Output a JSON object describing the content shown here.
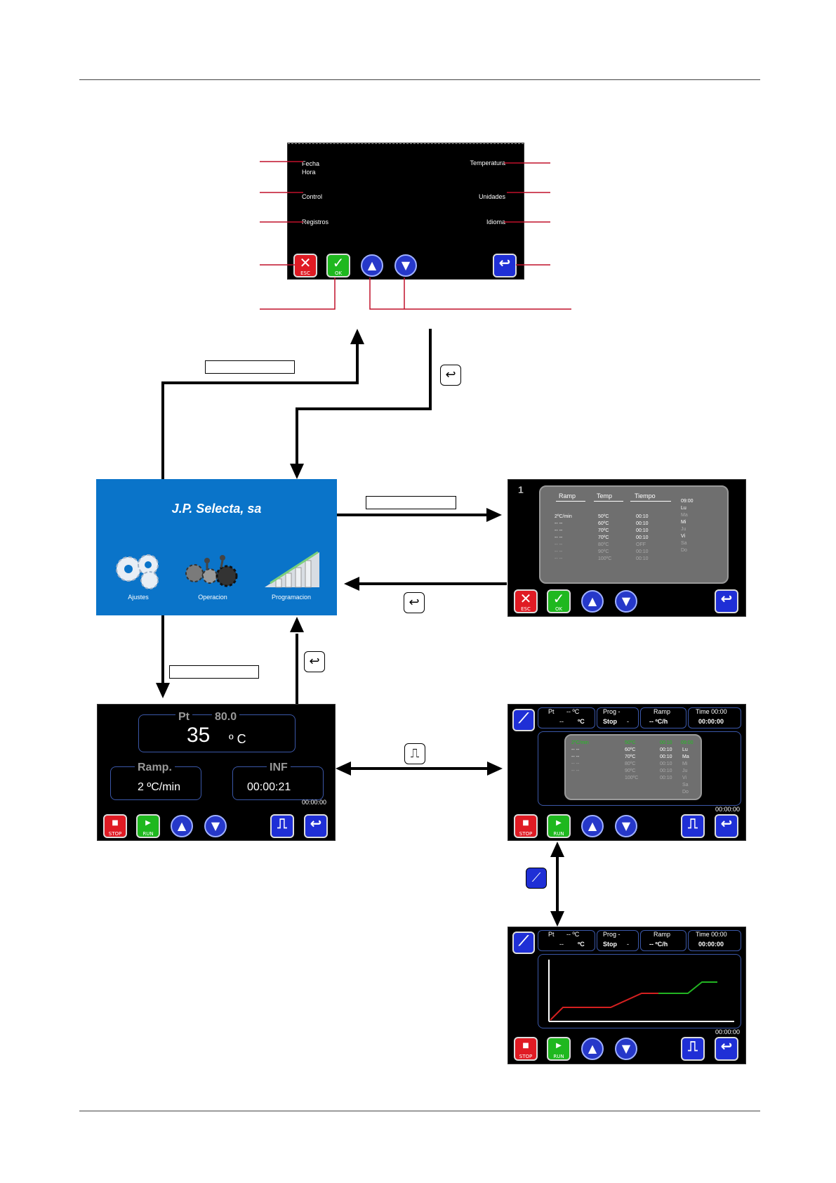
{
  "settings_menu": {
    "left_items": [
      "Fecha\nHora",
      "Control",
      "Registros"
    ],
    "right_items": [
      "Temperatura",
      "Unidades",
      "Idioma"
    ]
  },
  "buttons": {
    "esc": "ESC",
    "ok": "OK",
    "stop": "STOP",
    "run": "RUN",
    "up": "▲",
    "down": "▼",
    "back": "↩",
    "ramp": "⎍",
    "graph": "⟋"
  },
  "home": {
    "brand": "J.P. Selecta, sa",
    "icons": [
      {
        "label": "Ajustes",
        "icon": "gears-icon"
      },
      {
        "label": "Operacion",
        "icon": "operation-gears-icon"
      },
      {
        "label": "Programacion",
        "icon": "growth-chart-icon"
      }
    ]
  },
  "program_screen": {
    "number": "1",
    "headers": [
      "Ramp",
      "Temp",
      "Tiempo"
    ],
    "time": "09:00",
    "ramp_col": [
      "2ºC/min",
      "-- --",
      "-- --",
      "-- --",
      "-- --",
      "-- --",
      "-- --",
      "-- --"
    ],
    "temp_col": [
      "50ºC",
      "60ºC",
      "70ºC",
      "70ºC",
      "80ºC",
      "90ºC",
      "100ºC"
    ],
    "time_col": [
      "00:10",
      "00:10",
      "00:10",
      "00:10",
      "OFF",
      "00:10",
      "00:10"
    ],
    "days": [
      "Lu",
      "Ma",
      "Mi",
      "Ju",
      "Vi",
      "Sa",
      "Do"
    ]
  },
  "operation_screen": {
    "pt_label": "Pt",
    "pt_value": "80.0",
    "temp": "35",
    "temp_unit": "º C",
    "ramp_label": "Ramp.",
    "ramp_value": "2 ºC/min",
    "inf_label": "INF",
    "inf_value": "00:00:21",
    "timer": "00:00:00"
  },
  "run_table_screen": {
    "pt_label": "Pt",
    "pt_unit_top": "-- ºC",
    "pt_value": "--",
    "pt_unit": "ºC",
    "prog_label": "Prog -",
    "prog_value": "Stop",
    "prog_dash": "-",
    "ramp_label": "Ramp",
    "ramp_value": "-- ºC/h",
    "time_label": "Time 00:00",
    "time_value": "00:00:00",
    "green_row": [
      "2ºC/min",
      "50ºC",
      "00:10",
      "09:00"
    ],
    "ramp_col": [
      "-- --",
      "-- --",
      "",
      "-- --",
      "-- --"
    ],
    "temp_col": [
      "60ºC",
      "70ºC",
      "80ºC",
      "90ºC",
      "100ºC"
    ],
    "time_col": [
      "00:10",
      "00:10",
      "00:10",
      "00:10",
      "00:10"
    ],
    "days": [
      "Lu",
      "Ma",
      "Mi",
      "Ju",
      "Vi",
      "Sa",
      "Do"
    ],
    "timer": "00:00:00"
  },
  "run_graph_screen": {
    "pt_label": "Pt",
    "pt_unit_top": "-- ºC",
    "pt_value": "--",
    "pt_unit": "ºC",
    "prog_label": "Prog -",
    "prog_value": "Stop",
    "prog_dash": "-",
    "ramp_label": "Ramp",
    "ramp_value": "-- ºC/h",
    "time_label": "Time 00:00",
    "time_value": "00:00:00",
    "timer": "00:00:00",
    "line_colors": {
      "done": "#d42020",
      "pending": "#22b422",
      "axis": "#ffffff"
    }
  },
  "colors": {
    "home_bg": "#0a74c9",
    "accent_red": "#e01b24",
    "connector_red": "#c0102a"
  }
}
